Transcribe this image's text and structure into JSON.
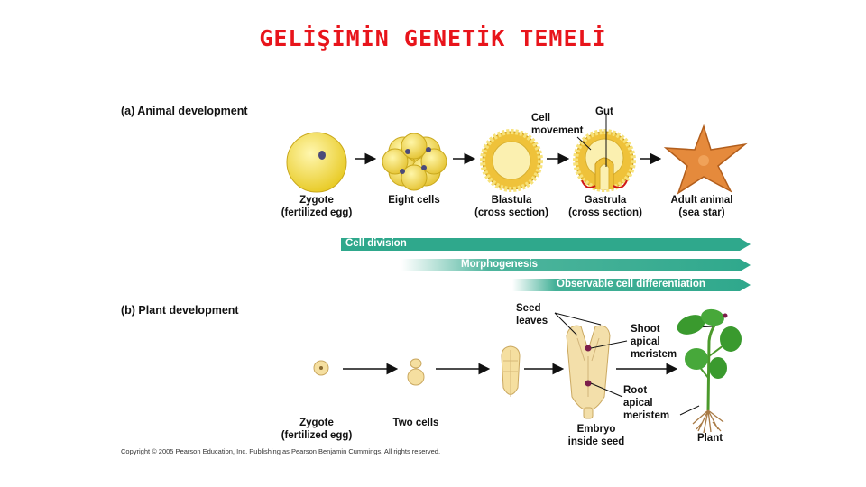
{
  "title": "GELİŞİMİN GENETİK TEMELİ",
  "animal": {
    "heading": "(a) Animal development",
    "stages": [
      {
        "line1": "Zygote",
        "line2": "(fertilized egg)"
      },
      {
        "line1": "Eight cells",
        "line2": ""
      },
      {
        "line1": "Blastula",
        "line2": "(cross section)"
      },
      {
        "line1": "Gastrula",
        "line2": "(cross section)"
      },
      {
        "line1": "Adult animal",
        "line2": "(sea star)"
      }
    ],
    "callouts": {
      "cell_movement_1": "Cell",
      "cell_movement_2": "movement",
      "gut": "Gut"
    }
  },
  "processes": {
    "cell_division": "Cell division",
    "morphogenesis": "Morphogenesis",
    "differentiation": "Observable cell differentiation"
  },
  "plant": {
    "heading": "(b) Plant development",
    "stages": [
      {
        "line1": "Zygote",
        "line2": "(fertilized egg)"
      },
      {
        "line1": "Two cells",
        "line2": ""
      },
      {
        "line1": "Embryo",
        "line2": "inside seed"
      },
      {
        "line1": "Plant",
        "line2": ""
      }
    ],
    "callouts": {
      "seed_1": "Seed",
      "seed_2": "leaves",
      "shoot_1": "Shoot",
      "shoot_2": "apical",
      "shoot_3": "meristem",
      "root_1": "Root",
      "root_2": "apical",
      "root_3": "meristem"
    }
  },
  "copyright": "Copyright © 2005 Pearson Education, Inc. Publishing as Pearson Benjamin Cummings. All rights reserved.",
  "colors": {
    "title": "#e8141b",
    "band": "#2fa88c",
    "cell_fill": "#f5e06a",
    "seastar": "#e58a3c",
    "leaf": "#3a9a2e",
    "seed": "#f2dca8"
  }
}
